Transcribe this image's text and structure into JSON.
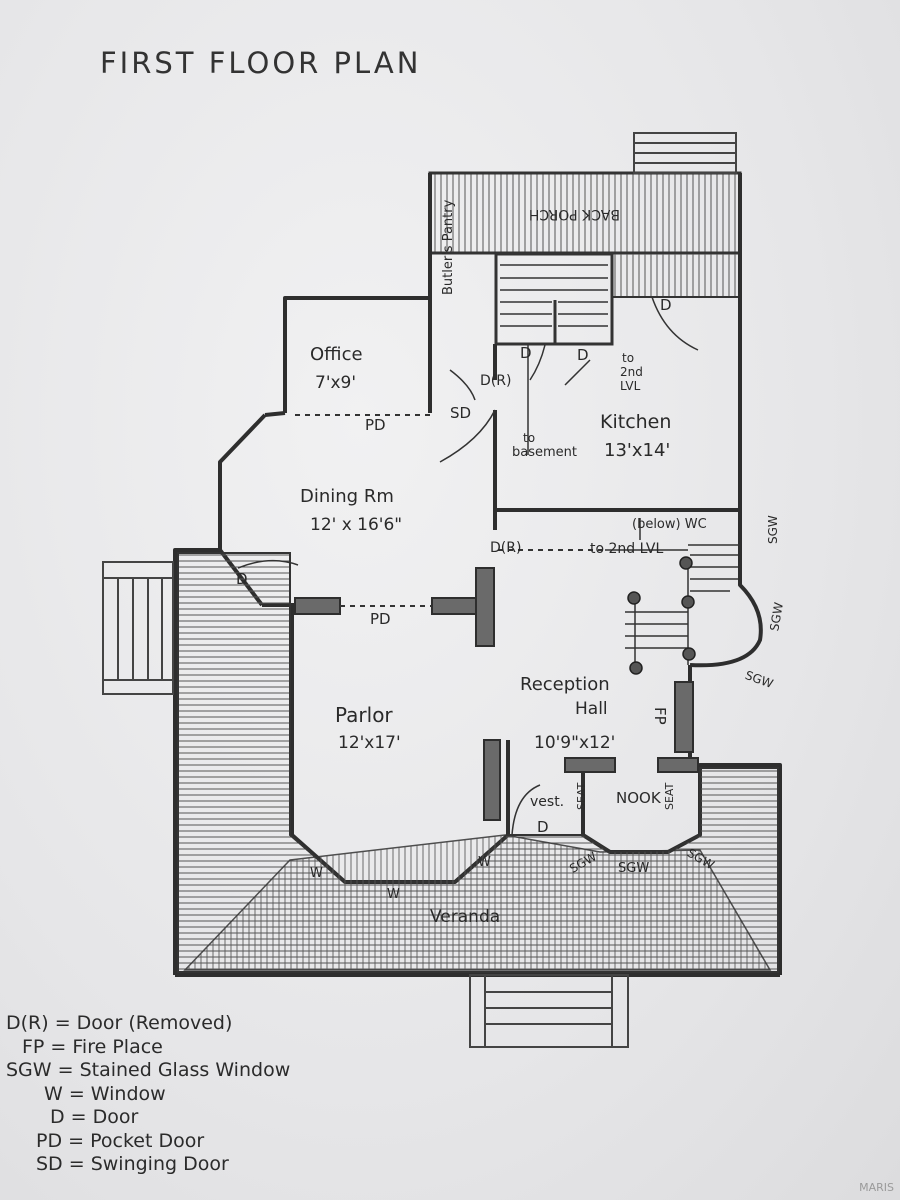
{
  "title": "FIRST FLOOR PLAN",
  "rooms": {
    "office": {
      "name": "Office",
      "size": "7'x9'"
    },
    "butlers_pantry": {
      "name": "Butler's Pantry"
    },
    "kitchen": {
      "name": "Kitchen",
      "size": "13'x14'"
    },
    "dining": {
      "name": "Dining Rm",
      "size": "12' x 16'6\""
    },
    "parlor": {
      "name": "Parlor",
      "size": "12'x17'"
    },
    "reception": {
      "name": "Reception",
      "name2": "Hall",
      "size": "10'9\"x12'"
    },
    "nook": {
      "name": "NOOK"
    },
    "vest": {
      "name": "vest."
    },
    "veranda": {
      "name": "Veranda"
    },
    "back_porch": {
      "name": "BACK PORCH"
    }
  },
  "annotations": {
    "to_basement_1": "to",
    "to_basement_2": "basement",
    "to_2nd_lvl_a": "to",
    "to_2nd_lvl_b": "2nd",
    "to_2nd_lvl_c": "LVL",
    "below_wc": "(below) WC",
    "to_2nd_lvl": "to 2nd LVL",
    "seat1": "SEAT",
    "seat2": "SEAT"
  },
  "marks": {
    "D": "D",
    "DR": "D(R)",
    "PD": "PD",
    "SD": "SD",
    "SGW": "SGW",
    "FP": "FP",
    "W": "W"
  },
  "legend": [
    "D(R) = Door (Removed)",
    "FP = Fire Place",
    "SGW = Stained Glass Window",
    "W = Window",
    "D = Door",
    "PD = Pocket Door",
    "SD = Swinging Door"
  ],
  "watermark": "MARIS"
}
